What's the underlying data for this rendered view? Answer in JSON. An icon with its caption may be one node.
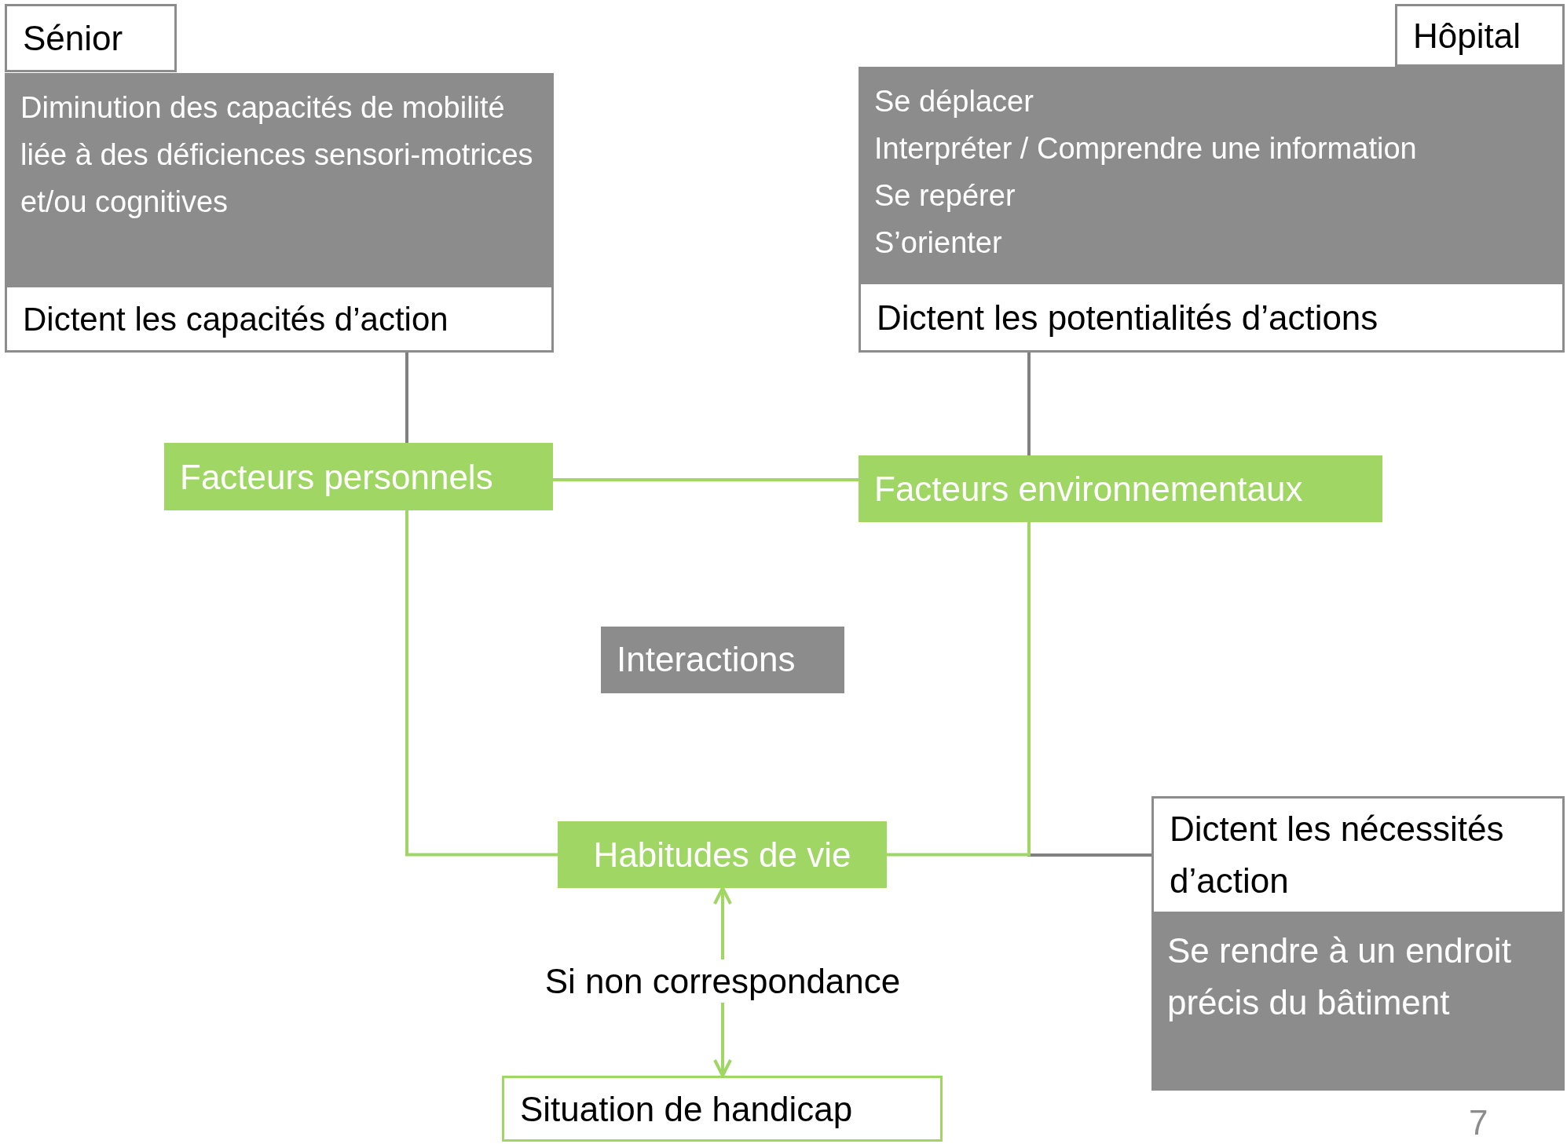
{
  "diagram": {
    "nodes": [
      {
        "text": [
          "Sénior"
        ]
      },
      {
        "text": [
          "Diminution des capacités de mobilité liée à des déficiences sensori-motrices et/ou cognitives"
        ]
      },
      {
        "text": [
          "Dictent les capacités d’action"
        ]
      },
      {
        "text": [
          "Hôpital"
        ]
      },
      {
        "text": [
          "Se déplacer",
          "Interpréter / Comprendre une information",
          "Se repérer",
          "S’orienter"
        ]
      },
      {
        "text": [
          "Dictent les potentialités d’actions"
        ]
      },
      {
        "text": [
          "Facteurs personnels"
        ]
      },
      {
        "text": [
          "Facteurs environnementaux"
        ]
      },
      {
        "text": [
          "Interactions"
        ]
      },
      {
        "text": [
          "Habitudes de vie"
        ]
      },
      {
        "text": [
          "Si non correspondance"
        ]
      },
      {
        "text": [
          "Situation de handicap"
        ]
      },
      {
        "text": [
          "Dictent les nécessités d’action"
        ]
      },
      {
        "text": [
          "Se rendre à un endroit précis du bâtiment"
        ]
      }
    ],
    "edges": [
      {
        "from": 2,
        "to": 6,
        "arrow": "none",
        "color": "#808080"
      },
      {
        "from": 5,
        "to": 7,
        "arrow": "none",
        "color": "#808080"
      },
      {
        "from": 7,
        "to": 12,
        "arrow": "none",
        "color": "#808080"
      },
      {
        "from": 6,
        "to": 7,
        "arrow": "none"
      },
      {
        "from": 6,
        "to": 9,
        "arrow": "none"
      },
      {
        "from": 7,
        "to": 9,
        "arrow": "none"
      },
      {
        "from": 10,
        "to": 9,
        "arrow": "to"
      },
      {
        "from": 10,
        "to": 11,
        "arrow": "to"
      }
    ],
    "labels": [
      "7"
    ]
  }
}
